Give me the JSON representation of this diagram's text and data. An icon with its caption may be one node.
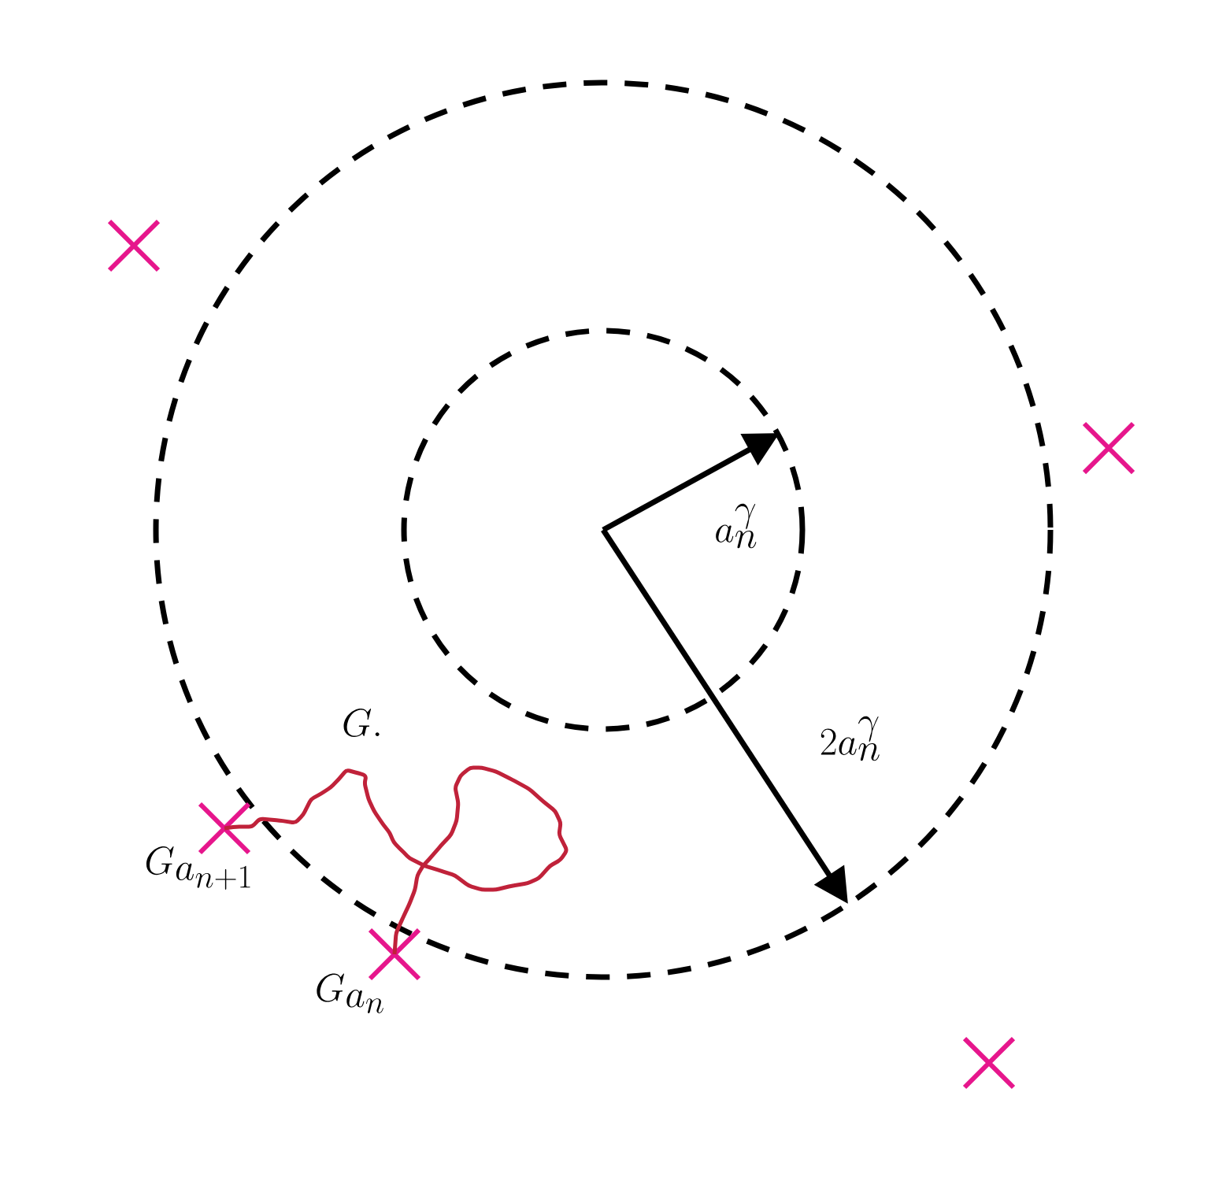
{
  "diagram": {
    "nodes": [
      {
        "text": [],
        "shape": "cross"
      },
      {
        "text": [],
        "shape": "cross"
      },
      {
        "text": [],
        "shape": "cross",
        "beside": [
          "G_{a_{n+1}}"
        ]
      },
      {
        "text": [],
        "shape": "cross",
        "beside": [
          "G_{a_n}"
        ]
      },
      {
        "text": [],
        "shape": "cross"
      }
    ],
    "edges": [
      {
        "from": 3,
        "to": 2,
        "arrow": "none",
        "color": "#c0223a"
      }
    ],
    "labels": [
      "a_n^\\gamma",
      "G.",
      "2a_n^\\gamma"
    ]
  }
}
